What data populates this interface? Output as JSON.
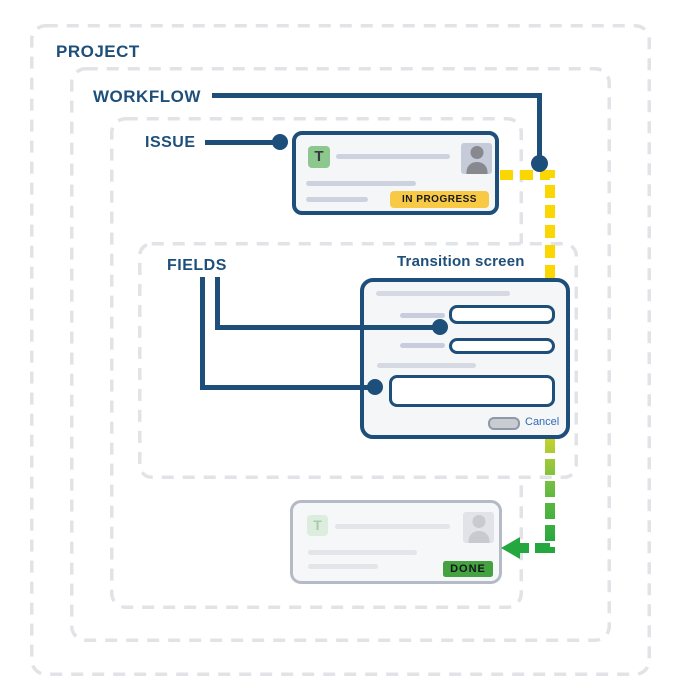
{
  "diagram": {
    "project_label": "PROJECT",
    "workflow_label": "WORKFLOW",
    "issue_label": "ISSUE",
    "fields_label": "FIELDS",
    "transition_screen_label": "Transition screen",
    "issue_card_in_progress": {
      "type_icon_letter": "T",
      "status_badge": "IN PROGRESS"
    },
    "issue_card_done": {
      "type_icon_letter": "T",
      "status_badge": "DONE"
    },
    "transition_form": {
      "cancel_button_label": "Cancel"
    },
    "colors": {
      "navy_line": "#1E4F7A",
      "box_dash_gray": "#E1E3E7",
      "workflow_path_yellow": "#FAD702",
      "workflow_path_green": "#23A73E",
      "in_progress_badge": "#F8C945",
      "done_badge": "#44A340",
      "issue_type_icon_green": "#8CC88E",
      "card_background": "#F5F6F8"
    }
  }
}
